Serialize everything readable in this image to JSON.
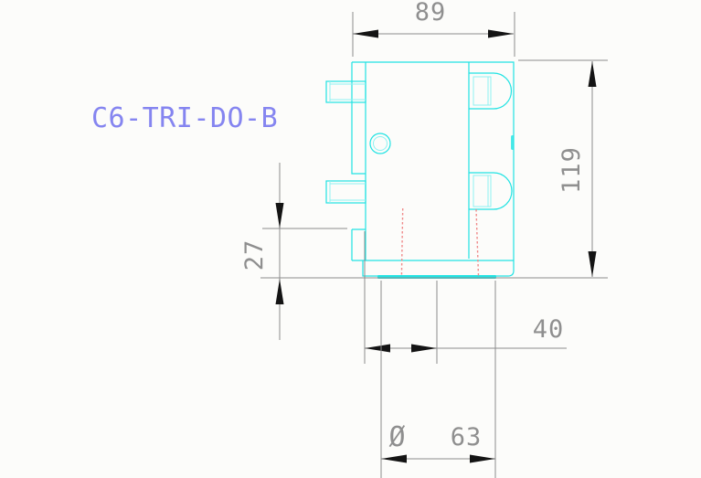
{
  "drawing": {
    "title_label": "C6-TRI-DO-B",
    "dimensions": {
      "top_width": "89",
      "right_height": "119",
      "left_step": "27",
      "bottom_offset": "40",
      "diameter_symbol": "Ø",
      "bottom_diameter": "63"
    },
    "colors": {
      "background": "#fcfcfa",
      "part_outline": "#21e3e3",
      "part_outline_light": "#8ef2f2",
      "dimension_line": "#8c8c8c",
      "dimension_text": "#8f8f8f",
      "arrowhead": "#141414",
      "centerline_red": "#f08a8a",
      "label_color": "#8585f0"
    }
  }
}
